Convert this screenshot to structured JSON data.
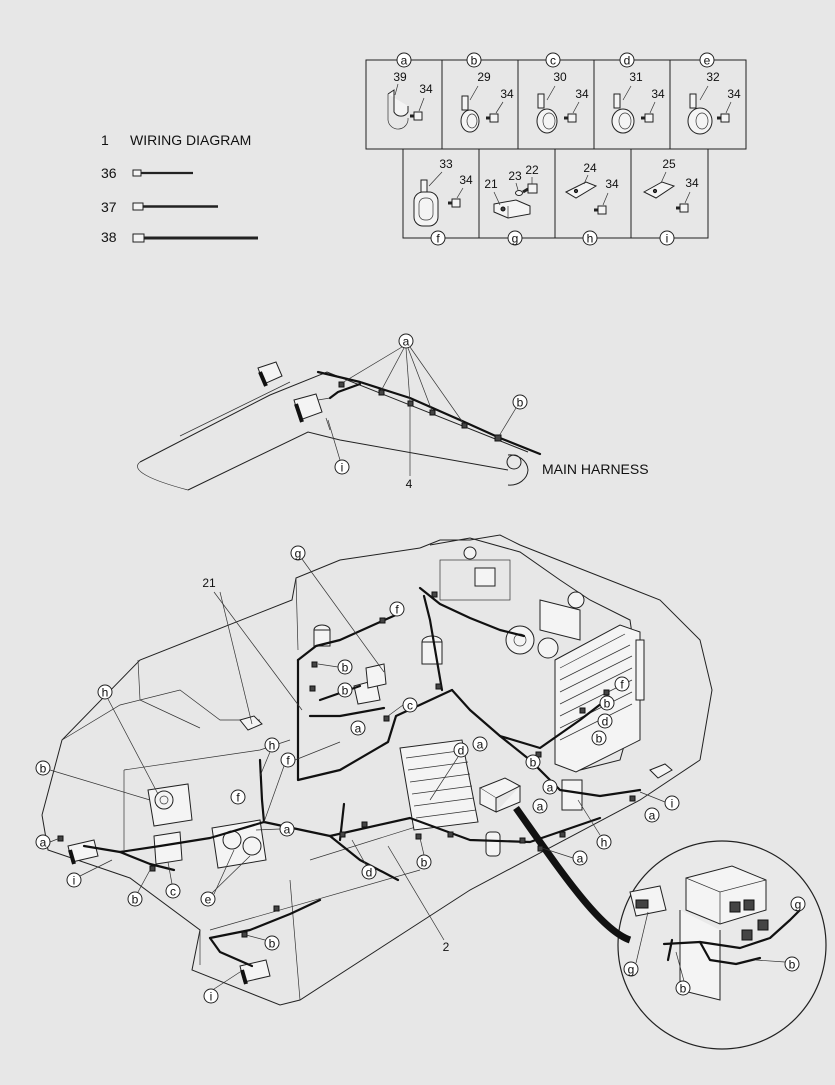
{
  "legend": {
    "items": [
      {
        "num": "1",
        "label": "WIRING DIAGRAM"
      },
      {
        "num": "36",
        "label": ""
      },
      {
        "num": "37",
        "label": ""
      },
      {
        "num": "38",
        "label": ""
      }
    ]
  },
  "clamp_table": {
    "top_row": [
      {
        "letter": "a",
        "part": "39",
        "bolt": "34"
      },
      {
        "letter": "b",
        "part": "29",
        "bolt": "34"
      },
      {
        "letter": "c",
        "part": "30",
        "bolt": "34"
      },
      {
        "letter": "d",
        "part": "31",
        "bolt": "34"
      },
      {
        "letter": "e",
        "part": "32",
        "bolt": "34"
      }
    ],
    "bottom_row": [
      {
        "letter": "f",
        "parts": [
          "33"
        ],
        "bolt": "34"
      },
      {
        "letter": "g",
        "parts": [
          "21",
          "23",
          "22"
        ],
        "bolt": ""
      },
      {
        "letter": "h",
        "parts": [
          "24"
        ],
        "bolt": "34"
      },
      {
        "letter": "i",
        "parts": [
          "25"
        ],
        "bolt": "34"
      }
    ]
  },
  "boom": {
    "label_main": "MAIN HARNESS",
    "callouts": {
      "a": "a",
      "b": "b",
      "i": "i",
      "num": "4"
    }
  },
  "machine": {
    "num_21": "21",
    "num_2": "2",
    "letters": {
      "a": "a",
      "b": "b",
      "c": "c",
      "d": "d",
      "e": "e",
      "f": "f",
      "g": "g",
      "h": "h",
      "i": "i"
    }
  }
}
